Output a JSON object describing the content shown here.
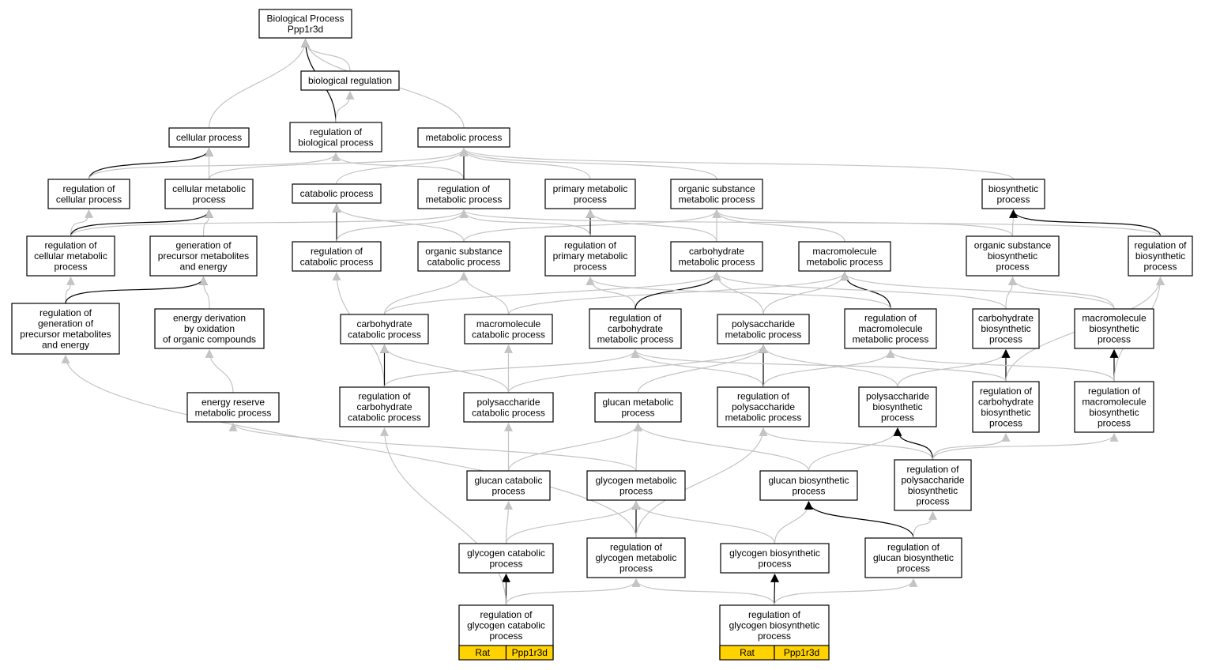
{
  "colors": {
    "node_border": "#000000",
    "edge_gray": "#c4c4c4",
    "edge_black": "#000000",
    "annotation_fill": "#FFD200"
  },
  "nodes": [
    {
      "id": "bp",
      "lines": [
        "Biological Process",
        "Ppp1r3d"
      ]
    },
    {
      "id": "bioreg",
      "lines": [
        "biological regulation"
      ]
    },
    {
      "id": "cellproc",
      "lines": [
        "cellular process"
      ]
    },
    {
      "id": "regbio",
      "lines": [
        "regulation of",
        "biological process"
      ]
    },
    {
      "id": "metab",
      "lines": [
        "metabolic process"
      ]
    },
    {
      "id": "regcell",
      "lines": [
        "regulation of",
        "cellular process"
      ]
    },
    {
      "id": "cellmet",
      "lines": [
        "cellular metabolic",
        "process"
      ]
    },
    {
      "id": "catab",
      "lines": [
        "catabolic process"
      ]
    },
    {
      "id": "regmet",
      "lines": [
        "regulation of",
        "metabolic process"
      ]
    },
    {
      "id": "primmet",
      "lines": [
        "primary metabolic",
        "process"
      ]
    },
    {
      "id": "orgsubmet",
      "lines": [
        "organic substance",
        "metabolic process"
      ]
    },
    {
      "id": "biosyn",
      "lines": [
        "biosynthetic",
        "process"
      ]
    },
    {
      "id": "regcellmet",
      "lines": [
        "regulation of",
        "cellular metabolic",
        "process"
      ]
    },
    {
      "id": "genprec",
      "lines": [
        "generation of",
        "precursor metabolites",
        "and energy"
      ]
    },
    {
      "id": "regcatab",
      "lines": [
        "regulation of",
        "catabolic process"
      ]
    },
    {
      "id": "orgsubcat",
      "lines": [
        "organic substance",
        "catabolic process"
      ]
    },
    {
      "id": "regprim",
      "lines": [
        "regulation of",
        "primary metabolic",
        "process"
      ]
    },
    {
      "id": "carbmet",
      "lines": [
        "carbohydrate",
        "metabolic process"
      ]
    },
    {
      "id": "macromet",
      "lines": [
        "macromolecule",
        "metabolic process"
      ]
    },
    {
      "id": "orgsubbio",
      "lines": [
        "organic substance",
        "biosynthetic",
        "process"
      ]
    },
    {
      "id": "regbiosyn",
      "lines": [
        "regulation of",
        "biosynthetic",
        "process"
      ]
    },
    {
      "id": "reggenprec",
      "lines": [
        "regulation of",
        "generation of",
        "precursor metabolites",
        "and energy"
      ]
    },
    {
      "id": "energyderiv",
      "lines": [
        "energy derivation",
        "by oxidation",
        "of organic compounds"
      ]
    },
    {
      "id": "carbcat",
      "lines": [
        "carbohydrate",
        "catabolic process"
      ]
    },
    {
      "id": "macrocat",
      "lines": [
        "macromolecule",
        "catabolic process"
      ]
    },
    {
      "id": "regcarbmet",
      "lines": [
        "regulation of",
        "carbohydrate",
        "metabolic process"
      ]
    },
    {
      "id": "polymet",
      "lines": [
        "polysaccharide",
        "metabolic process"
      ]
    },
    {
      "id": "regmacromet",
      "lines": [
        "regulation of",
        "macromolecule",
        "metabolic process"
      ]
    },
    {
      "id": "carbbio",
      "lines": [
        "carbohydrate",
        "biosynthetic",
        "process"
      ]
    },
    {
      "id": "macrobio",
      "lines": [
        "macromolecule",
        "biosynthetic",
        "process"
      ]
    },
    {
      "id": "energyres",
      "lines": [
        "energy reserve",
        "metabolic process"
      ]
    },
    {
      "id": "regcarbcat",
      "lines": [
        "regulation of",
        "carbohydrate",
        "catabolic process"
      ]
    },
    {
      "id": "polycat",
      "lines": [
        "polysaccharide",
        "catabolic process"
      ]
    },
    {
      "id": "glucanmet",
      "lines": [
        "glucan metabolic",
        "process"
      ]
    },
    {
      "id": "regpolymet",
      "lines": [
        "regulation of",
        "polysaccharide",
        "metabolic process"
      ]
    },
    {
      "id": "polybio",
      "lines": [
        "polysaccharide",
        "biosynthetic",
        "process"
      ]
    },
    {
      "id": "regcarbbio",
      "lines": [
        "regulation of",
        "carbohydrate",
        "biosynthetic",
        "process"
      ]
    },
    {
      "id": "regmacrobio",
      "lines": [
        "regulation of",
        "macromolecule",
        "biosynthetic",
        "process"
      ]
    },
    {
      "id": "glucancat",
      "lines": [
        "glucan catabolic",
        "process"
      ]
    },
    {
      "id": "glycmet",
      "lines": [
        "glycogen metabolic",
        "process"
      ]
    },
    {
      "id": "glucanbio",
      "lines": [
        "glucan biosynthetic",
        "process"
      ]
    },
    {
      "id": "regpolybio",
      "lines": [
        "regulation of",
        "polysaccharide",
        "biosynthetic",
        "process"
      ]
    },
    {
      "id": "glyccat",
      "lines": [
        "glycogen catabolic",
        "process"
      ]
    },
    {
      "id": "regglycmet",
      "lines": [
        "regulation of",
        "glycogen metabolic",
        "process"
      ]
    },
    {
      "id": "glycbio",
      "lines": [
        "glycogen biosynthetic",
        "process"
      ]
    },
    {
      "id": "regglucanbio",
      "lines": [
        "regulation of",
        "glucan biosynthetic",
        "process"
      ]
    },
    {
      "id": "regglyccat",
      "lines": [
        "regulation of",
        "glycogen catabolic",
        "process"
      ],
      "annotation": [
        "Rat",
        "Ppp1r3d"
      ]
    },
    {
      "id": "regglycbio",
      "lines": [
        "regulation of",
        "glycogen biosynthetic",
        "process"
      ],
      "annotation": [
        "Rat",
        "Ppp1r3d"
      ]
    }
  ],
  "edges": [
    {
      "from": "bioreg",
      "to": "bp",
      "style": "gray"
    },
    {
      "from": "cellproc",
      "to": "bp",
      "style": "gray"
    },
    {
      "from": "regbio",
      "to": "bp",
      "style": "black"
    },
    {
      "from": "metab",
      "to": "bp",
      "style": "gray"
    },
    {
      "from": "regbio",
      "to": "bioreg",
      "style": "gray"
    },
    {
      "from": "regcell",
      "to": "cellproc",
      "style": "black"
    },
    {
      "from": "cellmet",
      "to": "cellproc",
      "style": "gray"
    },
    {
      "from": "regcell",
      "to": "regbio",
      "style": "gray"
    },
    {
      "from": "regmet",
      "to": "regbio",
      "style": "gray"
    },
    {
      "from": "cellmet",
      "to": "metab",
      "style": "gray"
    },
    {
      "from": "catab",
      "to": "metab",
      "style": "gray"
    },
    {
      "from": "regmet",
      "to": "metab",
      "style": "black"
    },
    {
      "from": "primmet",
      "to": "metab",
      "style": "gray"
    },
    {
      "from": "orgsubmet",
      "to": "metab",
      "style": "gray"
    },
    {
      "from": "biosyn",
      "to": "metab",
      "style": "gray"
    },
    {
      "from": "regcellmet",
      "to": "regcell",
      "style": "gray"
    },
    {
      "from": "regcellmet",
      "to": "cellmet",
      "style": "black"
    },
    {
      "from": "regcellmet",
      "to": "regmet",
      "style": "gray"
    },
    {
      "from": "genprec",
      "to": "cellmet",
      "style": "gray"
    },
    {
      "from": "regcatab",
      "to": "catab",
      "style": "black"
    },
    {
      "from": "regcatab",
      "to": "regmet",
      "style": "gray"
    },
    {
      "from": "orgsubcat",
      "to": "catab",
      "style": "gray"
    },
    {
      "from": "orgsubcat",
      "to": "orgsubmet",
      "style": "gray"
    },
    {
      "from": "regprim",
      "to": "primmet",
      "style": "black"
    },
    {
      "from": "regprim",
      "to": "regmet",
      "style": "gray"
    },
    {
      "from": "carbmet",
      "to": "primmet",
      "style": "gray"
    },
    {
      "from": "carbmet",
      "to": "orgsubmet",
      "style": "gray"
    },
    {
      "from": "macromet",
      "to": "orgsubmet",
      "style": "gray"
    },
    {
      "from": "orgsubbio",
      "to": "orgsubmet",
      "style": "gray"
    },
    {
      "from": "orgsubbio",
      "to": "biosyn",
      "style": "gray"
    },
    {
      "from": "regbiosyn",
      "to": "biosyn",
      "style": "black"
    },
    {
      "from": "regbiosyn",
      "to": "regmet",
      "style": "gray"
    },
    {
      "from": "reggenprec",
      "to": "regcellmet",
      "style": "gray"
    },
    {
      "from": "reggenprec",
      "to": "genprec",
      "style": "black"
    },
    {
      "from": "energyderiv",
      "to": "genprec",
      "style": "gray"
    },
    {
      "from": "carbcat",
      "to": "carbmet",
      "style": "gray"
    },
    {
      "from": "carbcat",
      "to": "orgsubcat",
      "style": "gray"
    },
    {
      "from": "macrocat",
      "to": "orgsubcat",
      "style": "gray"
    },
    {
      "from": "macrocat",
      "to": "macromet",
      "style": "gray"
    },
    {
      "from": "regcarbmet",
      "to": "regprim",
      "style": "gray"
    },
    {
      "from": "regcarbmet",
      "to": "carbmet",
      "style": "black"
    },
    {
      "from": "polymet",
      "to": "carbmet",
      "style": "gray"
    },
    {
      "from": "polymet",
      "to": "macromet",
      "style": "gray"
    },
    {
      "from": "regmacromet",
      "to": "macromet",
      "style": "black"
    },
    {
      "from": "regmacromet",
      "to": "regprim",
      "style": "gray"
    },
    {
      "from": "carbbio",
      "to": "carbmet",
      "style": "gray"
    },
    {
      "from": "carbbio",
      "to": "orgsubbio",
      "style": "gray"
    },
    {
      "from": "macrobio",
      "to": "macromet",
      "style": "gray"
    },
    {
      "from": "macrobio",
      "to": "orgsubbio",
      "style": "gray"
    },
    {
      "from": "energyres",
      "to": "energyderiv",
      "style": "gray"
    },
    {
      "from": "regcarbcat",
      "to": "regcatab",
      "style": "gray"
    },
    {
      "from": "regcarbcat",
      "to": "carbcat",
      "style": "black"
    },
    {
      "from": "regcarbcat",
      "to": "regcarbmet",
      "style": "gray"
    },
    {
      "from": "polycat",
      "to": "carbcat",
      "style": "gray"
    },
    {
      "from": "polycat",
      "to": "macrocat",
      "style": "gray"
    },
    {
      "from": "polycat",
      "to": "polymet",
      "style": "gray"
    },
    {
      "from": "glucanmet",
      "to": "polymet",
      "style": "gray"
    },
    {
      "from": "regpolymet",
      "to": "regcarbmet",
      "style": "gray"
    },
    {
      "from": "regpolymet",
      "to": "polymet",
      "style": "black"
    },
    {
      "from": "regpolymet",
      "to": "regmacromet",
      "style": "gray"
    },
    {
      "from": "polybio",
      "to": "polymet",
      "style": "gray"
    },
    {
      "from": "polybio",
      "to": "carbbio",
      "style": "gray"
    },
    {
      "from": "regcarbbio",
      "to": "carbbio",
      "style": "black"
    },
    {
      "from": "regcarbbio",
      "to": "regcarbmet",
      "style": "gray"
    },
    {
      "from": "regcarbbio",
      "to": "regbiosyn",
      "style": "gray"
    },
    {
      "from": "regmacrobio",
      "to": "macrobio",
      "style": "black"
    },
    {
      "from": "regmacrobio",
      "to": "regmacromet",
      "style": "gray"
    },
    {
      "from": "regmacrobio",
      "to": "regbiosyn",
      "style": "gray"
    },
    {
      "from": "glucancat",
      "to": "glucanmet",
      "style": "gray"
    },
    {
      "from": "glucancat",
      "to": "polycat",
      "style": "gray"
    },
    {
      "from": "glycmet",
      "to": "glucanmet",
      "style": "gray"
    },
    {
      "from": "glycmet",
      "to": "energyres",
      "style": "gray"
    },
    {
      "from": "glucanbio",
      "to": "glucanmet",
      "style": "gray"
    },
    {
      "from": "glucanbio",
      "to": "polybio",
      "style": "gray"
    },
    {
      "from": "regpolybio",
      "to": "regpolymet",
      "style": "gray"
    },
    {
      "from": "regpolybio",
      "to": "polybio",
      "style": "black"
    },
    {
      "from": "regpolybio",
      "to": "regcarbbio",
      "style": "gray"
    },
    {
      "from": "regpolybio",
      "to": "regmacrobio",
      "style": "gray"
    },
    {
      "from": "glyccat",
      "to": "glucancat",
      "style": "gray"
    },
    {
      "from": "glyccat",
      "to": "glycmet",
      "style": "gray"
    },
    {
      "from": "regglycmet",
      "to": "glycmet",
      "style": "black"
    },
    {
      "from": "regglycmet",
      "to": "regpolymet",
      "style": "gray"
    },
    {
      "from": "regglycmet",
      "to": "reggenprec",
      "style": "gray"
    },
    {
      "from": "glycbio",
      "to": "glycmet",
      "style": "gray"
    },
    {
      "from": "glycbio",
      "to": "glucanbio",
      "style": "gray"
    },
    {
      "from": "regglucanbio",
      "to": "glucanbio",
      "style": "black"
    },
    {
      "from": "regglucanbio",
      "to": "regpolybio",
      "style": "gray"
    },
    {
      "from": "regglyccat",
      "to": "glyccat",
      "style": "black"
    },
    {
      "from": "regglyccat",
      "to": "regglycmet",
      "style": "gray"
    },
    {
      "from": "regglyccat",
      "to": "regcarbcat",
      "style": "gray"
    },
    {
      "from": "regglycbio",
      "to": "glycbio",
      "style": "black"
    },
    {
      "from": "regglycbio",
      "to": "regglycmet",
      "style": "gray"
    },
    {
      "from": "regglycbio",
      "to": "regglucanbio",
      "style": "gray"
    }
  ]
}
